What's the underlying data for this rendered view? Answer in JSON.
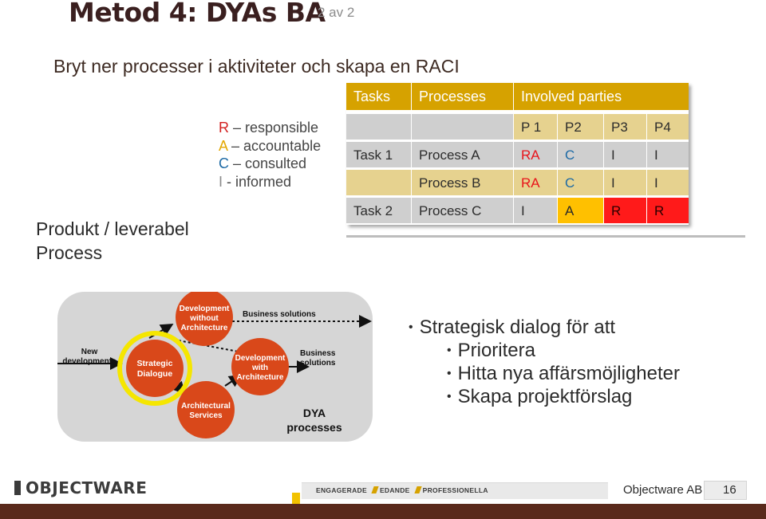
{
  "header": {
    "title": "Metod 4: DYAs BA",
    "page_indicator": "2 av 2"
  },
  "subtitle": "Bryt ner processer i aktiviteter och skapa en RACI",
  "legend": [
    {
      "letter": "R",
      "text": " – responsible",
      "color": "#d21f1f"
    },
    {
      "letter": "A",
      "text": " – accountable",
      "color": "#e3a700"
    },
    {
      "letter": "C",
      "text": " – consulted",
      "color": "#1d6aa5"
    },
    {
      "letter": "I",
      "text": " - informed",
      "color": "#8a8a8a"
    }
  ],
  "side_labels": [
    "Produkt / leverabel",
    "Process"
  ],
  "raci_table": {
    "headers": [
      "Tasks",
      "Processes",
      "Involved parties"
    ],
    "parties": [
      "P 1",
      "P2",
      "P3",
      "P4"
    ],
    "rows": [
      {
        "task": "Task 1",
        "process": "Process A",
        "cells": [
          "RA",
          "C",
          "I",
          "I"
        ]
      },
      {
        "task": "",
        "process": "Process B",
        "cells": [
          "RA",
          "C",
          "I",
          "I"
        ]
      },
      {
        "task": "Task 2",
        "process": "Process C",
        "cells": [
          "I",
          "A",
          "R",
          "R"
        ]
      }
    ]
  },
  "diagram": {
    "nodes": {
      "strategic": "Strategic Dialogue",
      "dev_without": "Development without Architecture",
      "dev_with": "Development with Architecture",
      "arch_services": "Architectural Services"
    },
    "labels": {
      "new_dev": "New developments",
      "biz_solutions_top": "Business solutions",
      "biz_solutions_right": "Business solutions",
      "dya": "DYA processes"
    },
    "colors": {
      "node": "#d9481a",
      "highlight": "#f5e600",
      "background": "#d6d6d6"
    }
  },
  "bullets": [
    {
      "level": 1,
      "text": "Strategisk dialog för att"
    },
    {
      "level": 2,
      "text": "Prioritera"
    },
    {
      "level": 2,
      "text": "Hitta nya affärsmöjligheter"
    },
    {
      "level": 2,
      "text": "Skapa projektförslag"
    }
  ],
  "footer": {
    "logo": "OBJECTWARE",
    "slogan": [
      "ENGAGERADE",
      "EDANDE",
      "PROFESSIONELLA"
    ],
    "company": "Objectware AB",
    "slide_number": "16"
  }
}
